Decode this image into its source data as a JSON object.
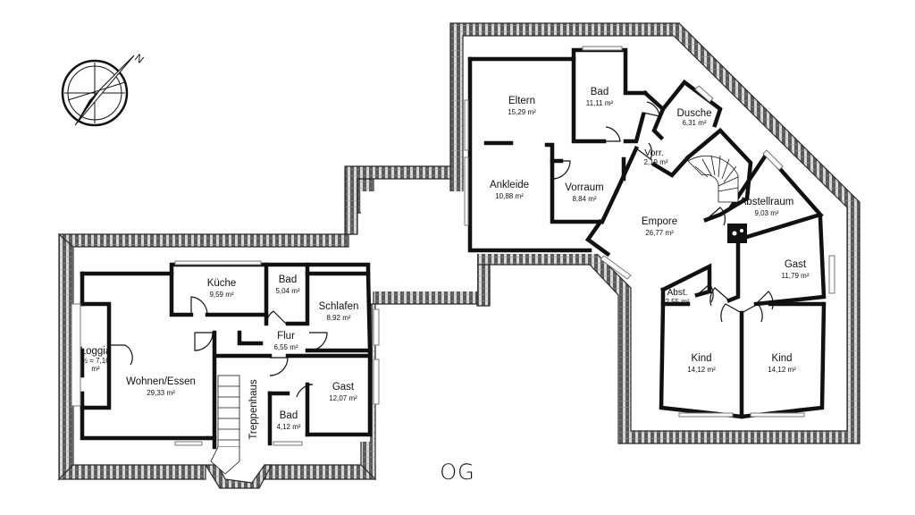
{
  "level_label": "OG",
  "compass": {
    "north_label": "N",
    "icon": "compass-rose-icon"
  },
  "colors": {
    "wall": "#111111",
    "roof_dark": "#4a4a4a",
    "roof_light": "#d8d8d8",
    "background": "#ffffff"
  },
  "rooms": {
    "eltern": {
      "name": "Eltern",
      "area": "15,29 m²"
    },
    "bad_top": {
      "name": "Bad",
      "area": "11,11 m²"
    },
    "dusche": {
      "name": "Dusche",
      "area": "6,31 m²"
    },
    "vorr": {
      "name": "Vorr.",
      "area": "2,19 m²"
    },
    "ankleide": {
      "name": "Ankleide",
      "area": "10,88 m²"
    },
    "vorraum": {
      "name": "Vorraum",
      "area": "8,84 m²"
    },
    "empore": {
      "name": "Empore",
      "area": "26,77 m²"
    },
    "abstellraum": {
      "name": "Abstellraum",
      "area": "9,03 m²"
    },
    "gast_right": {
      "name": "Gast",
      "area": "11,79 m²"
    },
    "abst": {
      "name": "Abst.",
      "area": "2,55 m²"
    },
    "kind1": {
      "name": "Kind",
      "area": "14,12 m²"
    },
    "kind2": {
      "name": "Kind",
      "area": "14,12 m²"
    },
    "kueche": {
      "name": "Küche",
      "area": "9,59 m²"
    },
    "bad_left": {
      "name": "Bad",
      "area": "5,04 m²"
    },
    "schlafen": {
      "name": "Schlafen",
      "area": "8,92 m²"
    },
    "loggia": {
      "name": "Loggia",
      "area_line1": "½ = 7,10",
      "area_line2": "m²"
    },
    "wohnen": {
      "name": "Wohnen/Essen",
      "area": "29,33 m²"
    },
    "flur": {
      "name": "Flur",
      "area": "6,55 m²"
    },
    "treppenhaus": {
      "name": "Treppenhaus"
    },
    "gast_left": {
      "name": "Gast",
      "area": "12,07 m²"
    },
    "bad_small": {
      "name": "Bad",
      "area": "4,12 m²"
    }
  }
}
